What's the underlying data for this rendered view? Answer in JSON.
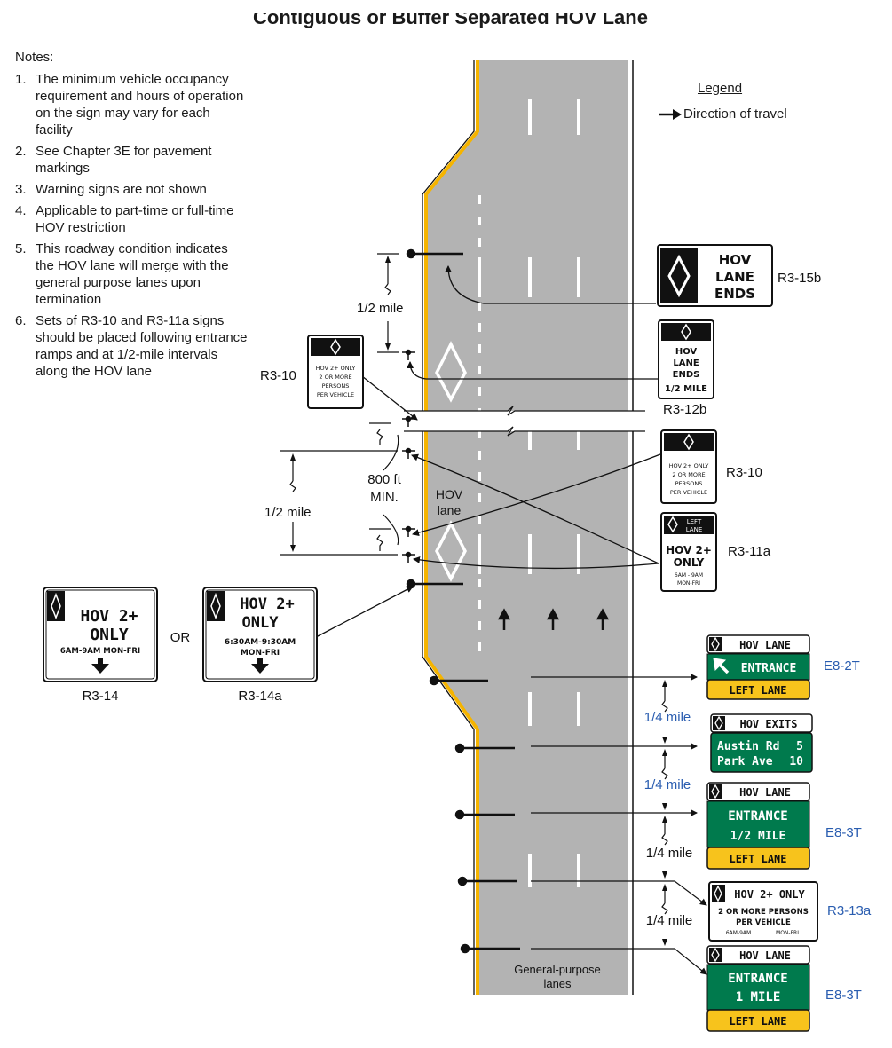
{
  "title": "Contiguous or Buffer Separated HOV Lane",
  "notes": {
    "heading": "Notes:",
    "items": [
      {
        "num": "1.",
        "text": "The minimum vehicle occupancy requirement and hours of operation on the sign may vary for each facility"
      },
      {
        "num": "2.",
        "text": "See Chapter 3E for pavement markings"
      },
      {
        "num": "3.",
        "text": "Warning signs are not shown"
      },
      {
        "num": "4.",
        "text": "Applicable to part-time or full-time HOV restriction"
      },
      {
        "num": "5.",
        "text": "This roadway condition indicates the HOV lane will merge with the general purpose lanes upon termination"
      },
      {
        "num": "6.",
        "text": "Sets of R3-10 and R3-11a signs should be placed following entrance ramps and at 1/2-mile intervals along the HOV lane"
      }
    ]
  },
  "legend": {
    "title": "Legend",
    "item": "Direction of travel"
  },
  "road_labels": {
    "hov_lane_1": "HOV",
    "hov_lane_2": "lane",
    "general_1": "General-purpose",
    "general_2": "lanes"
  },
  "dimensions": {
    "half_mile_top": "1/2 mile",
    "half_mile_left": "1/2 mile",
    "ft_800_1": "800 ft",
    "ft_800_2": "MIN.",
    "quarter_1": "1/4 mile",
    "quarter_2": "1/4 mile",
    "quarter_3": "1/4 mile",
    "quarter_4": "1/4 mile",
    "or_text": "OR"
  },
  "signs": {
    "r3_15b": {
      "code": "R3-15b",
      "line1": "HOV",
      "line2": "LANE",
      "line3": "ENDS"
    },
    "r3_12b": {
      "code": "R3-12b",
      "line1": "HOV",
      "line2": "LANE",
      "line3": "ENDS",
      "line4": "1/2 MILE"
    },
    "r3_10_top": {
      "code": "R3-10",
      "line1": "HOV 2+ ONLY",
      "line2": "2 OR MORE",
      "line3": "PERSONS",
      "line4": "PER VEHICLE"
    },
    "r3_10_right": {
      "code": "R3-10",
      "line1": "HOV 2+ ONLY",
      "line2": "2 OR MORE",
      "line3": "PERSONS",
      "line4": "PER VEHICLE"
    },
    "r3_11a": {
      "code": "R3-11a",
      "top1": "LEFT",
      "top2": "LANE",
      "line1": "HOV 2+",
      "line2": "ONLY",
      "line3": "6AM - 9AM",
      "line4": "MON-FRI"
    },
    "r3_14": {
      "code": "R3-14",
      "line1": "HOV 2+",
      "line2": "ONLY",
      "line3": "6AM-9AM   MON-FRI"
    },
    "r3_14a": {
      "code": "R3-14a",
      "line1": "HOV 2+",
      "line2": "ONLY",
      "line3": "6:30AM-9:30AM",
      "line4": "MON-FRI"
    },
    "e8_2t": {
      "code": "E8-2T",
      "top": "HOV LANE",
      "middle": "ENTRANCE",
      "bottom": "LEFT LANE"
    },
    "exits": {
      "top": "HOV EXITS",
      "row1_name": "Austin Rd",
      "row1_num": "5",
      "row2_name": "Park Ave",
      "row2_num": "10"
    },
    "e8_3t_a": {
      "code": "E8-3T",
      "top": "HOV LANE",
      "middle": "ENTRANCE",
      "dist": "1/2 MILE",
      "bottom": "LEFT LANE"
    },
    "r3_13a": {
      "code": "R3-13a",
      "top": "HOV 2+ ONLY",
      "line1": "2 OR MORE PERSONS",
      "line2": "PER VEHICLE",
      "line3a": "6AM-9AM",
      "line3b": "MON-FRI"
    },
    "e8_3t_b": {
      "code": "E8-3T",
      "top": "HOV LANE",
      "middle": "ENTRANCE",
      "dist": "1 MILE",
      "bottom": "LEFT LANE"
    }
  },
  "colors": {
    "road": "#b3b3b3",
    "edge_yellow": "#f5b400",
    "sign_green": "#007a4d",
    "sign_yellow": "#f7c31c",
    "code_blue": "#2a5db0",
    "black": "#111111"
  }
}
